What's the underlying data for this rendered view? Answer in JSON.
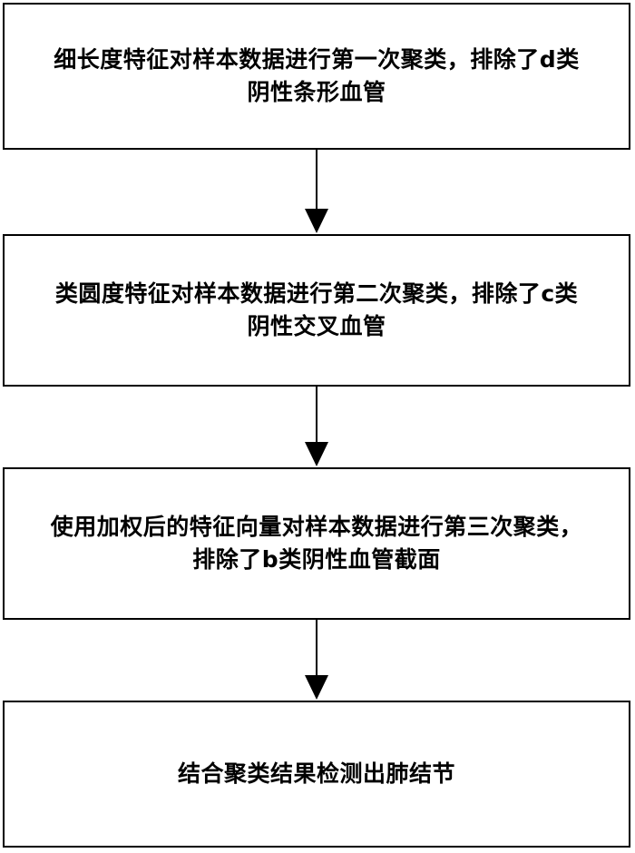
{
  "flowchart": {
    "steps": [
      {
        "line1": "细长度特征对样本数据进行第一次聚类，排除了d类",
        "line2": "阴性条形血管"
      },
      {
        "line1": "类圆度特征对样本数据进行第二次聚类，排除了c类",
        "line2": "阴性交叉血管"
      },
      {
        "line1": "使用加权后的特征向量对样本数据进行第三次聚类，",
        "line2": "排除了b类阴性血管截面"
      },
      {
        "line1": "结合聚类结果检测出肺结节",
        "line2": ""
      }
    ]
  },
  "colors": {
    "stroke": "#000000",
    "background": "#ffffff"
  }
}
